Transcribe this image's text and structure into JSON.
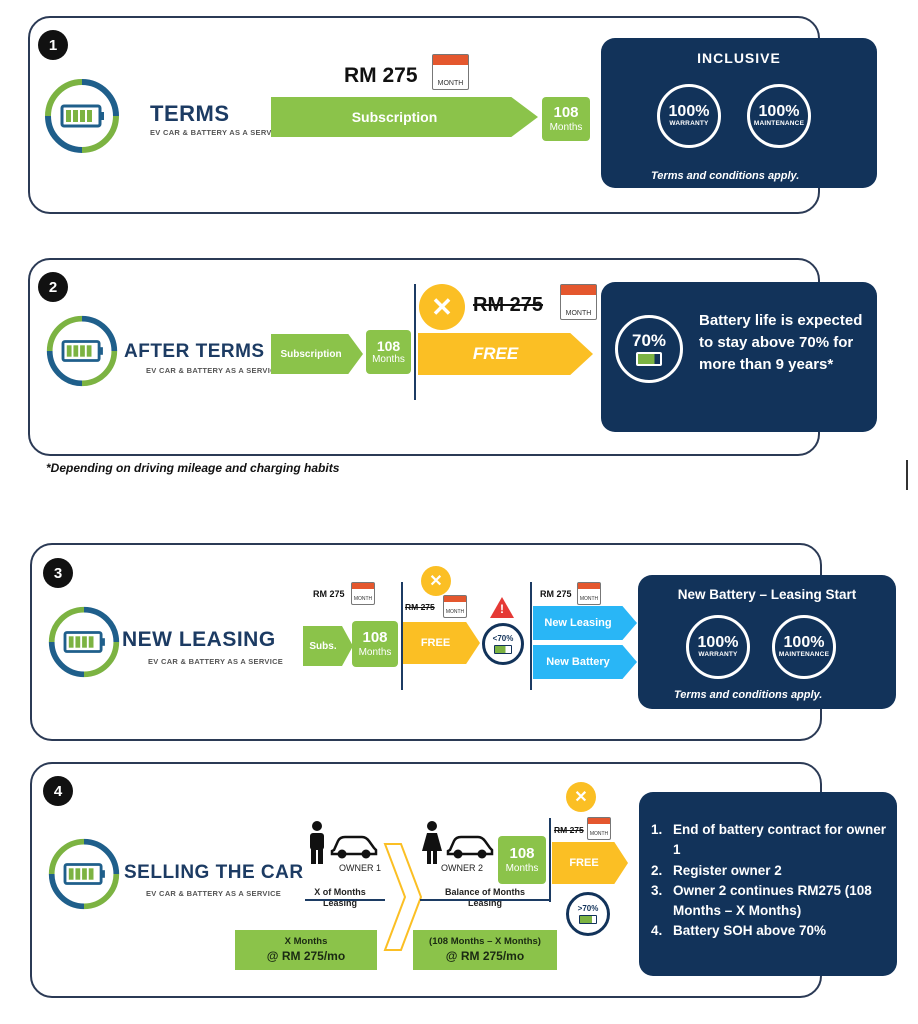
{
  "brand_subtitle": "EV CAR & BATTERY AS A SERVICE",
  "terms_note": "Terms and conditions apply.",
  "sections": {
    "s1": {
      "number": "1",
      "title": "TERMS",
      "price": "RM 275",
      "calendar_label": "MONTH",
      "arrow_label": "Subscription",
      "months_value": "108",
      "months_unit": "Months",
      "panel_title": "INCLUSIVE",
      "warranty_pct": "100%",
      "warranty_label": "WARRANTY",
      "maintenance_pct": "100%",
      "maintenance_label": "MAINTENANCE"
    },
    "s2": {
      "number": "2",
      "title": "AFTER TERMS",
      "arrow_label": "Subscription",
      "months_value": "108",
      "months_unit": "Months",
      "x_mark": "✕",
      "price_struck": "RM 275",
      "calendar_label": "MONTH",
      "free_label": "FREE",
      "battery_pct": "70%",
      "panel_text": "Battery life is expected to stay above 70% for more than 9 years*",
      "footnote": "*Depending on driving mileage and charging habits"
    },
    "s3": {
      "number": "3",
      "title": "NEW LEASING",
      "price": "RM 275",
      "price_struck": "RM 275",
      "price_new": "RM 275",
      "calendar_label": "MONTH",
      "subs_label": "Subs.",
      "months_value": "108",
      "months_unit": "Months",
      "x_mark": "✕",
      "free_label": "FREE",
      "warning_mark": "!",
      "battery_threshold": "<70%",
      "new_leasing": "New Leasing",
      "new_battery": "New Battery",
      "panel_title": "New Battery – Leasing Start",
      "warranty_pct": "100%",
      "warranty_label": "WARRANTY",
      "maintenance_pct": "100%",
      "maintenance_label": "MAINTENANCE"
    },
    "s4": {
      "number": "4",
      "title": "SELLING THE CAR",
      "owner1": "OWNER 1",
      "owner2": "OWNER 2",
      "x_months_leasing": "X of Months\nLeasing",
      "balance_leasing": "Balance of Months\nLeasing",
      "months_value": "108",
      "months_unit": "Months",
      "x_mark": "✕",
      "price_struck": "RM 275",
      "calendar_label": "MONTH",
      "free_label": "FREE",
      "battery_threshold": ">70%",
      "foot1_line1": "X Months",
      "foot1_line2": "@ RM 275/mo",
      "foot2_line1": "(108 Months – X Months)",
      "foot2_line2": "@ RM 275/mo",
      "steps": [
        "End of battery contract for owner 1",
        "Register owner 2",
        "Owner 2 continues RM275 (108 Months – X Months)",
        "Battery SOH above 70%"
      ]
    }
  },
  "colors": {
    "navy": "#12335a",
    "green": "#8bc34a",
    "yellow": "#fbbf24",
    "blue": "#29b6f6",
    "border": "#2b3a55"
  },
  "icons": [
    "ev-battery-logo-icon",
    "calendar-icon",
    "x-circle-icon",
    "warning-icon",
    "battery-icon",
    "person-icon",
    "car-icon"
  ]
}
